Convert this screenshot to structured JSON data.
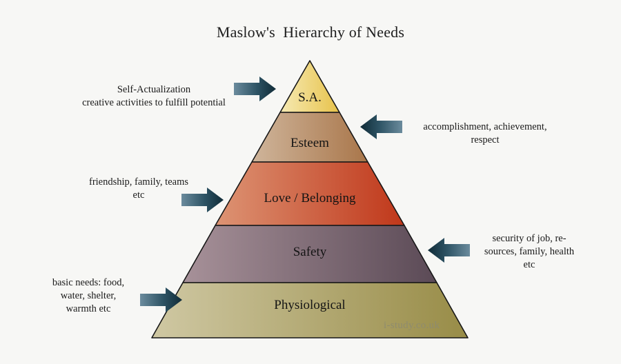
{
  "title": "Maslow's  Hierarchy of Needs",
  "background_color": "#f7f7f5",
  "watermark": "i-study.co.uk",
  "pyramid": {
    "outline_color": "#171717",
    "levels": [
      {
        "id": "self-actualization",
        "label": "S.A.",
        "gradient_from": "#f6eab4",
        "gradient_to": "#e7c24a",
        "font_size": 19
      },
      {
        "id": "esteem",
        "label": "Esteem",
        "gradient_from": "#cdb196",
        "gradient_to": "#a9764a",
        "font_size": 19
      },
      {
        "id": "love-belonging",
        "label": "Love / Belonging",
        "gradient_from": "#da8f71",
        "gradient_to": "#c23a1c",
        "font_size": 19
      },
      {
        "id": "safety",
        "label": "Safety",
        "gradient_from": "#a4919b",
        "gradient_to": "#5d4c58",
        "font_size": 19
      },
      {
        "id": "physiological",
        "label": "Physiological",
        "gradient_from": "#cdc6a0",
        "gradient_to": "#9b8f4b",
        "font_size": 19
      }
    ]
  },
  "arrows": {
    "color_tail": "#5d7e92",
    "color_tip": "#13303d"
  },
  "annotations": [
    {
      "id": "self-actualization-note",
      "side": "left",
      "lines": [
        "Self-Actualization",
        "creative activities to fulfill potential"
      ]
    },
    {
      "id": "esteem-note",
      "side": "right",
      "lines": [
        "accomplishment, achievement,",
        "respect"
      ]
    },
    {
      "id": "love-belonging-note",
      "side": "left",
      "lines": [
        "friendship, family, teams",
        "etc"
      ]
    },
    {
      "id": "safety-note",
      "side": "right",
      "lines": [
        "security of job, re-",
        "sources, family, health",
        "etc"
      ]
    },
    {
      "id": "physiological-note",
      "side": "left",
      "lines": [
        "basic needs: food,",
        "water, shelter,",
        "warmth etc"
      ]
    }
  ]
}
